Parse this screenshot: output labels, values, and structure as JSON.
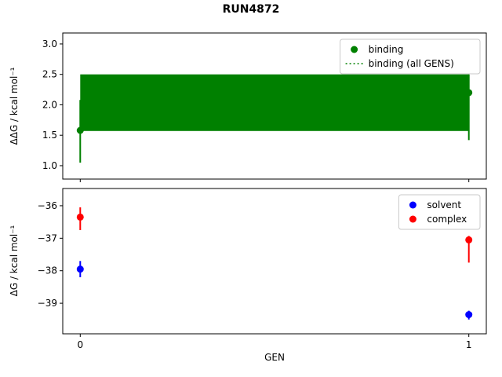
{
  "figure": {
    "title": "RUN4872",
    "background": "#ffffff"
  },
  "colors": {
    "binding": "#008000",
    "solvent": "#0000ff",
    "complex": "#ff0000",
    "axes": "#000000",
    "legend_border": "#c8c8c8"
  },
  "chart_data": [
    {
      "type": "scatter",
      "title": "",
      "ylabel": "ΔΔG / kcal mol⁻¹",
      "xlabel": "",
      "ylim": [
        0.78,
        3.18
      ],
      "yticks": [
        1.0,
        1.5,
        2.0,
        2.5,
        3.0
      ],
      "yticklabels": [
        "1.0",
        "1.5",
        "2.0",
        "2.5",
        "3.0"
      ],
      "xlim": [
        -0.045,
        1.045
      ],
      "xticks": [
        0,
        1
      ],
      "xticklabels": [
        "0",
        "1"
      ],
      "show_xticklabels": false,
      "grid": false,
      "legend_position": "upper right",
      "legend_entries": [
        {
          "label": "binding",
          "type": "marker",
          "color": "#008000"
        },
        {
          "label": "binding (all GENS)",
          "type": "dotted-line",
          "color": "#008000"
        }
      ],
      "band": {
        "name": "binding (all GENS)",
        "color": "#008000",
        "x_range": [
          0,
          1
        ],
        "lower": 1.57,
        "upper": 2.5,
        "line_value": 2.03,
        "line_style": "dotted"
      },
      "series": [
        {
          "name": "binding",
          "color": "#008000",
          "marker": "circle",
          "x": [
            0,
            1
          ],
          "y": [
            1.58,
            2.2
          ],
          "err_minus": [
            0.53,
            0.78
          ],
          "err_plus": [
            0.5,
            0.3
          ]
        }
      ]
    },
    {
      "type": "scatter",
      "title": "",
      "ylabel": "ΔG / kcal mol⁻¹",
      "xlabel": "GEN",
      "ylim": [
        -39.94,
        -35.47
      ],
      "yticks": [
        -36,
        -37,
        -38,
        -39
      ],
      "yticklabels": [
        "−36",
        "−37",
        "−38",
        "−39"
      ],
      "xlim": [
        -0.045,
        1.045
      ],
      "xticks": [
        0,
        1
      ],
      "xticklabels": [
        "0",
        "1"
      ],
      "show_xticklabels": true,
      "grid": false,
      "legend_position": "upper right",
      "legend_entries": [
        {
          "label": "solvent",
          "type": "marker",
          "color": "#0000ff"
        },
        {
          "label": "complex",
          "type": "marker",
          "color": "#ff0000"
        }
      ],
      "series": [
        {
          "name": "solvent",
          "color": "#0000ff",
          "marker": "circle",
          "x": [
            0,
            1
          ],
          "y": [
            -37.95,
            -39.35
          ],
          "err_minus": [
            0.25,
            0.15
          ],
          "err_plus": [
            0.25,
            0.12
          ]
        },
        {
          "name": "complex",
          "color": "#ff0000",
          "marker": "circle",
          "x": [
            0,
            1
          ],
          "y": [
            -36.35,
            -37.05
          ],
          "err_minus": [
            0.4,
            0.7
          ],
          "err_plus": [
            0.3,
            0.12
          ]
        }
      ]
    }
  ]
}
